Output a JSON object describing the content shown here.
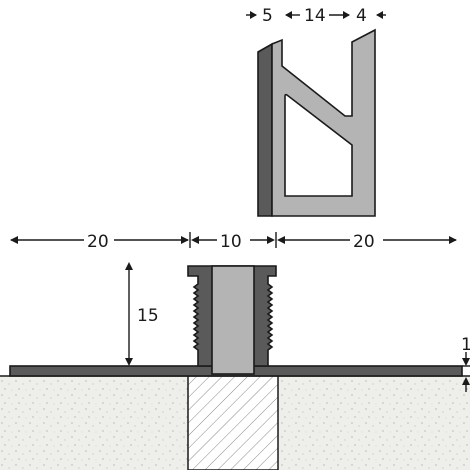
{
  "dimensions": {
    "top_left": "5",
    "top_middle": "14",
    "top_right": "4",
    "left_span": "20",
    "center_span": "10",
    "right_span": "20",
    "height": "15",
    "base_thickness": "1"
  },
  "colors": {
    "dark_profile": "#5a5a5a",
    "light_profile": "#b4b4b4",
    "ground": "#eeeeea",
    "hatch": "#8a8a8a",
    "line": "#1a1a1a"
  }
}
